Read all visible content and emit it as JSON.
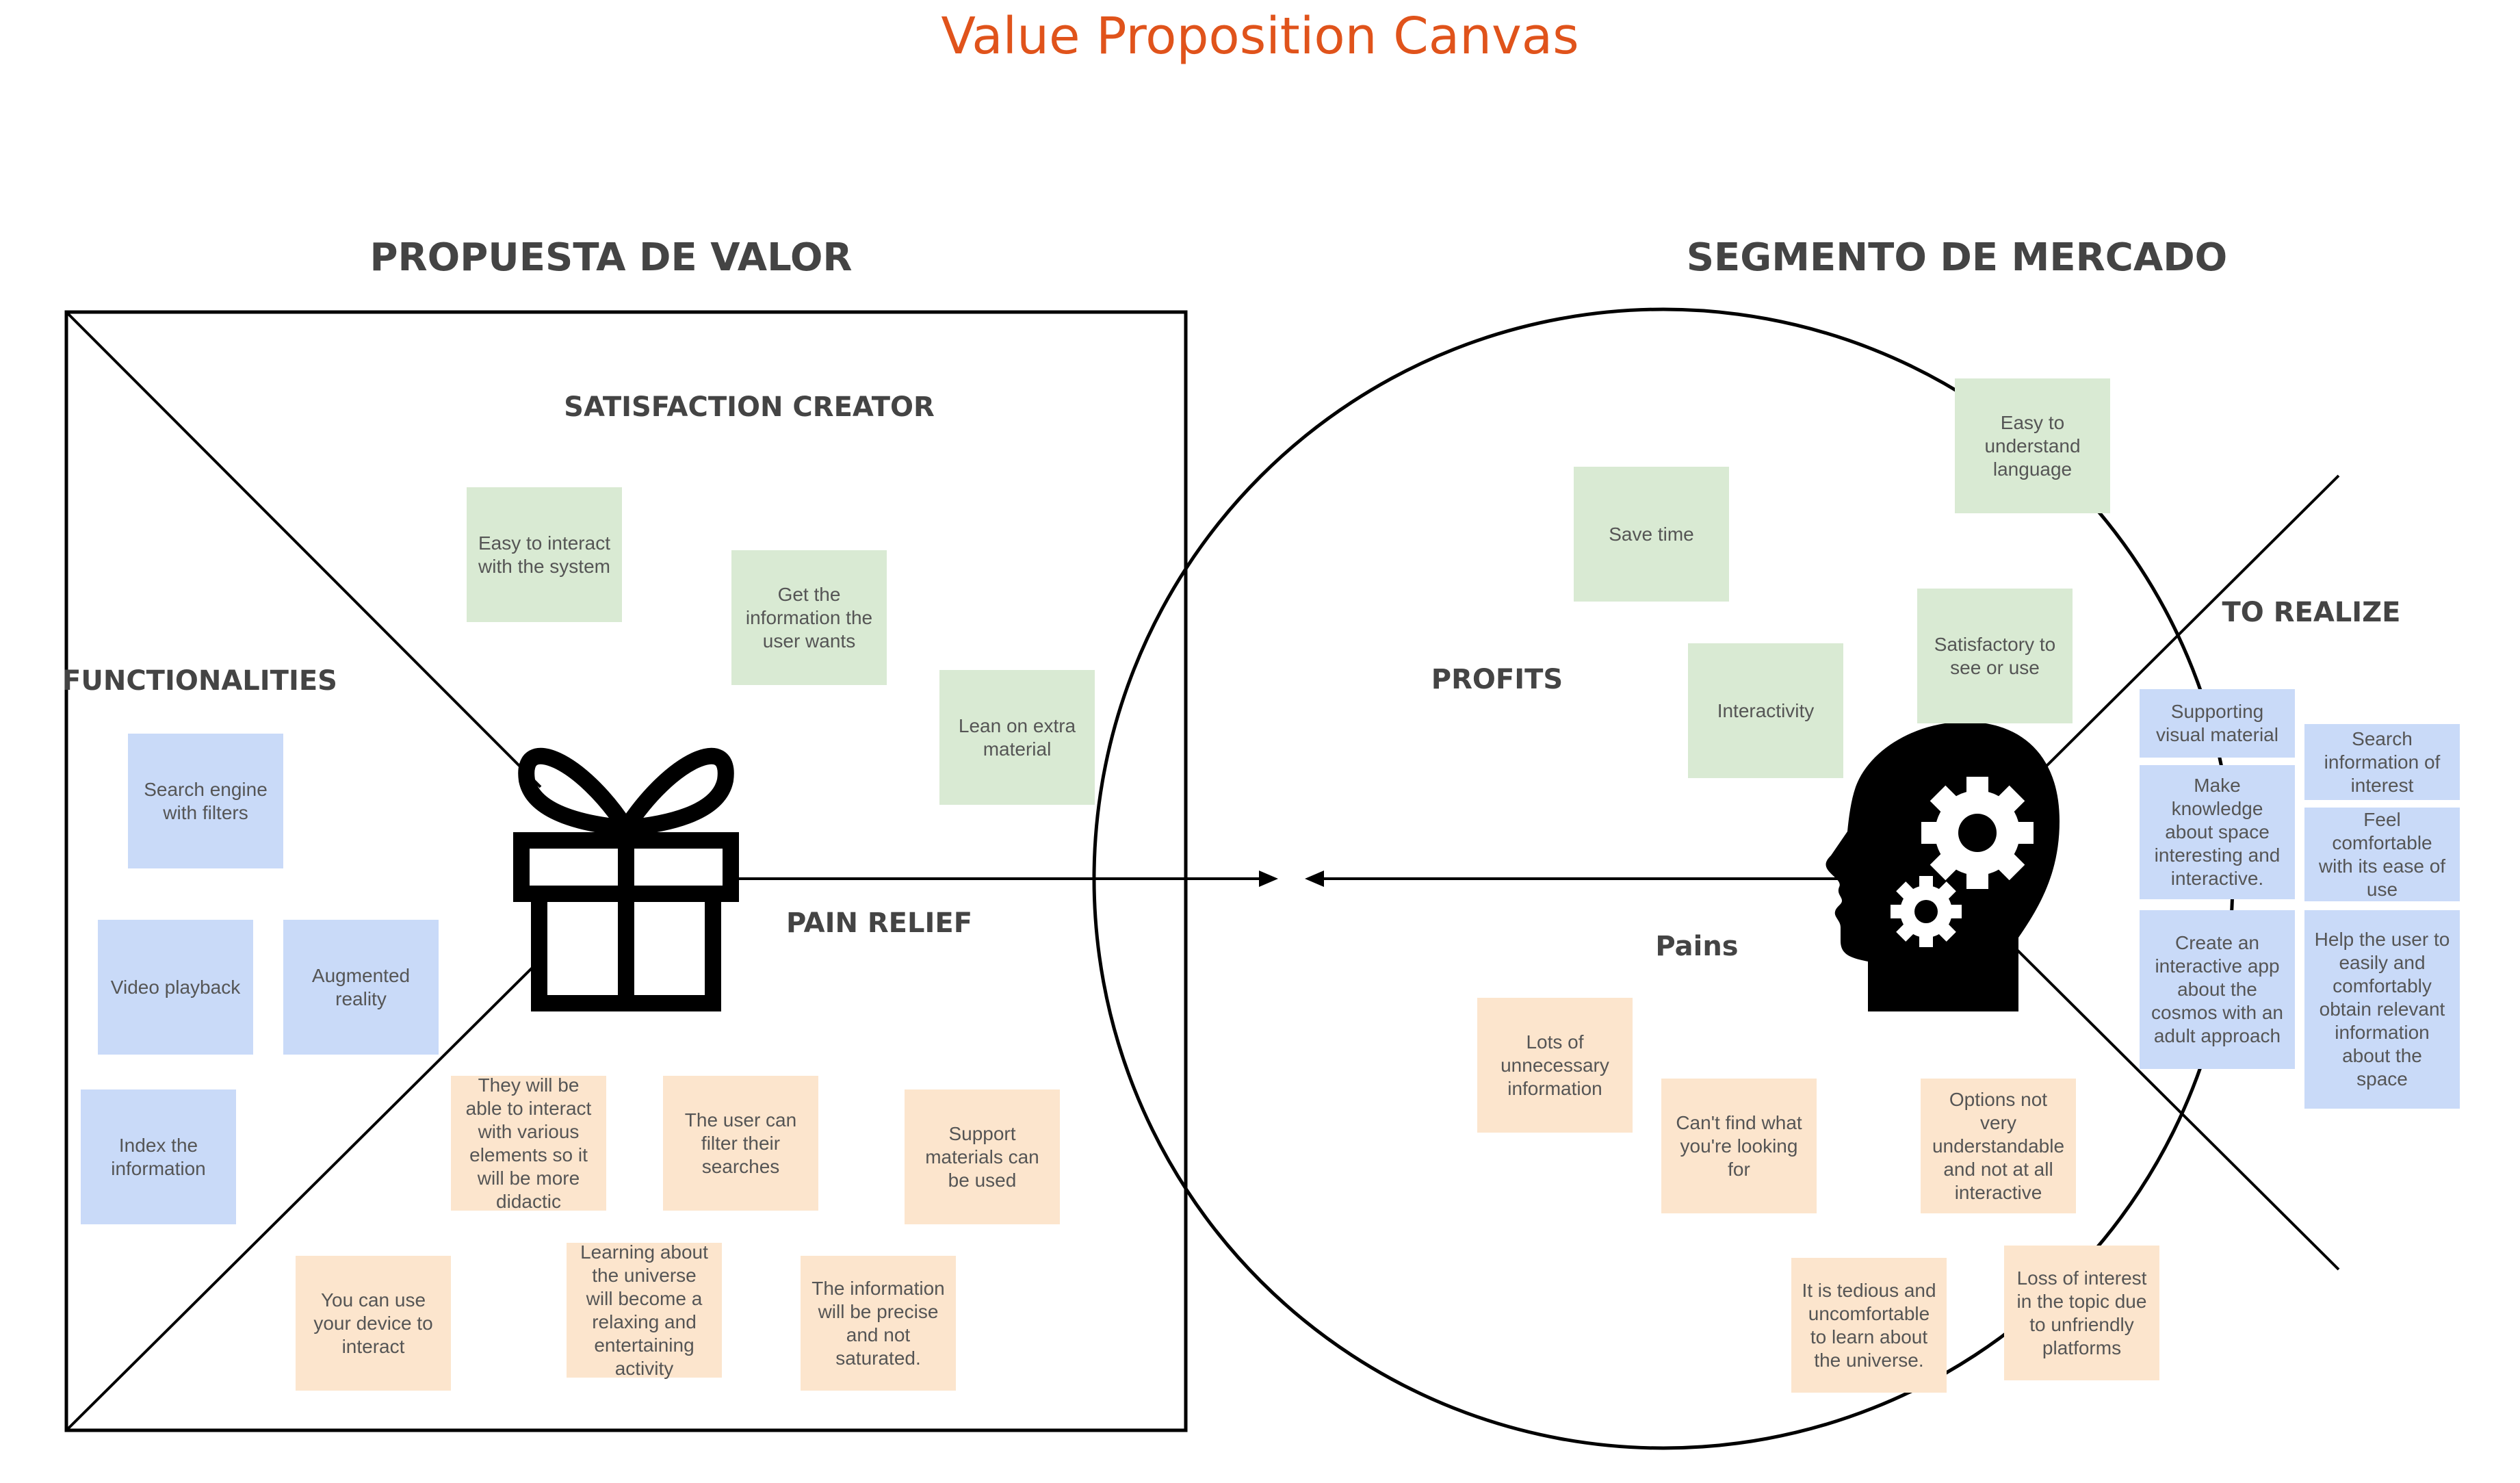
{
  "title": "Value Proposition Canvas",
  "headings": {
    "left": "PROPUESTA DE VALOR",
    "right": "SEGMENTO DE MERCADO",
    "satisfaction": "SATISFACTION CREATOR",
    "functionalities": "FUNCTIONALITIES",
    "pain_relief": "PAIN RELIEF",
    "profits": "PROFITS",
    "to_realize": "TO REALIZE",
    "pains": "Pains"
  },
  "icons": {
    "left_icon": "gift-icon",
    "right_icon": "head-with-gears-icon"
  },
  "colors": {
    "title": "#e0531b",
    "green_note": "#d9ead3",
    "blue_note": "#c9daf8",
    "orange_note": "#fce5cd"
  },
  "notes": {
    "satisfaction": [
      "Easy to interact with the system",
      "Get the information the user wants",
      "Lean on extra material"
    ],
    "functionalities": [
      "Search engine with filters",
      "Video playback",
      "Augmented reality",
      "Index the information"
    ],
    "pain_relief": [
      "They will be able to interact with various elements so it will be more didactic",
      "The user can filter their searches",
      "Support materials can be used",
      "You can use your device to interact",
      "Learning about the universe will become a relaxing and entertaining activity",
      "The information will be precise and not saturated."
    ],
    "profits": [
      "Easy to understand language",
      "Save time",
      "Satisfactory to see or use",
      "Interactivity"
    ],
    "to_realize": [
      "Supporting visual material",
      "Search information of interest",
      "Make knowledge about space interesting and interactive.",
      "Feel comfortable with its ease of use",
      "Create an interactive app about the cosmos with an adult approach",
      "Help the user to easily and comfortably obtain relevant information about the space"
    ],
    "pains": [
      "Lots of unnecessary information",
      "Can't find what you're looking for",
      "Options not very understandable and not at all interactive",
      "It is tedious and uncomfortable to learn about the universe.",
      "Loss of interest in the topic due to unfriendly platforms"
    ]
  }
}
